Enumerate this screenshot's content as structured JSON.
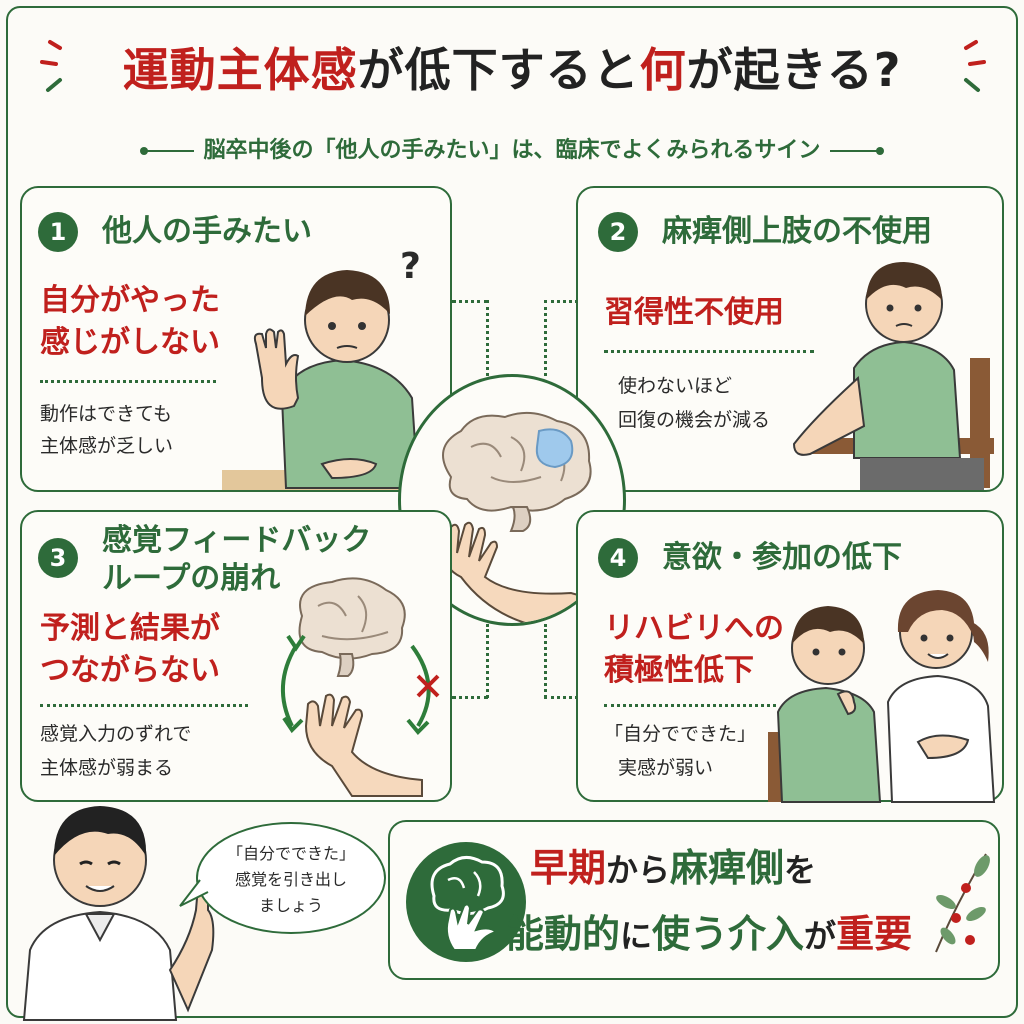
{
  "header": {
    "title_a": "運動主体感",
    "title_b": "が低下すると",
    "title_c": "何",
    "title_d": "が起きる?",
    "subtitle": "脳卒中後の「他人の手みたい」は、臨床でよくみられるサイン"
  },
  "cards": [
    {
      "number": "1",
      "title": "他人の手みたい",
      "headline_1": "自分がやった",
      "headline_2": "感じがしない",
      "body_1": "動作はできても",
      "body_2": "主体感が乏しい",
      "mark": "?"
    },
    {
      "number": "2",
      "title": "麻痺側上肢の不使用",
      "headline_1": "習得性不使用",
      "body_1": "使わないほど",
      "body_2": "回復の機会が減る"
    },
    {
      "number": "3",
      "title_1": "感覚フィードバック",
      "title_2": "ループの崩れ",
      "headline_1": "予測と結果が",
      "headline_2": "つながらない",
      "body_1": "感覚入力のずれで",
      "body_2": "主体感が弱まる"
    },
    {
      "number": "4",
      "title": "意欲・参加の低下",
      "headline_1": "リハビリへの",
      "headline_2": "積極性低下",
      "body_1": "「自分でできた」",
      "body_2": "実感が弱い"
    }
  ],
  "bubble": {
    "line_1": "「自分でできた」",
    "line_2": "感覚を引き出し",
    "line_3": "ましょう"
  },
  "conclusion": {
    "p1": "早期",
    "p2": "から",
    "p3": "麻痺側",
    "p4": "を",
    "p5": "能動的",
    "p6": "に",
    "p7": "使う介入",
    "p8": "が",
    "p9": "重要"
  },
  "colors": {
    "accent_green": "#2e6b3a",
    "accent_red": "#c0201d",
    "shirt": "#8fbf94"
  }
}
